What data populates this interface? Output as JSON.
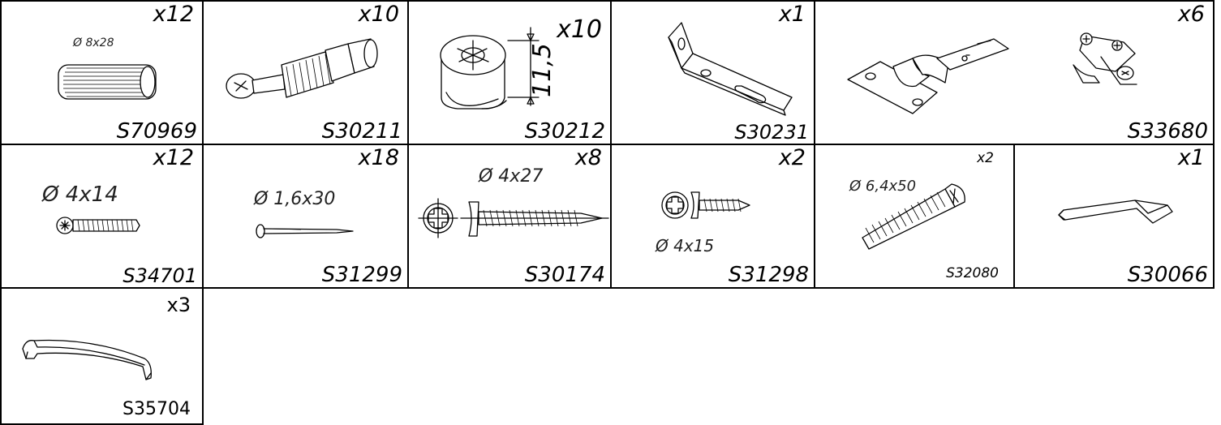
{
  "parts": [
    {
      "qty": "x12",
      "code": "S70969",
      "dim": "Ø 8x28",
      "icon": "wooden-dowel-icon"
    },
    {
      "qty": "x10",
      "code": "S30211",
      "dim": "",
      "icon": "cam-bolt-icon"
    },
    {
      "qty": "x10",
      "code": "S30212",
      "dim": "11,5",
      "icon": "cam-lock-icon"
    },
    {
      "qty": "x1",
      "code": "S30231",
      "dim": "",
      "icon": "angle-bracket-icon"
    },
    {
      "qty": "x6",
      "code": "S33680",
      "dim": "",
      "icon": "hinge-icon"
    },
    {
      "qty": "x12",
      "code": "S34701",
      "dim": "Ø 4x14",
      "icon": "screw-icon"
    },
    {
      "qty": "x18",
      "code": "S31299",
      "dim": "Ø 1,6x30",
      "icon": "nail-icon"
    },
    {
      "qty": "x8",
      "code": "S30174",
      "dim": "Ø 4x27",
      "icon": "washer-screw-icon"
    },
    {
      "qty": "x2",
      "code": "S31298",
      "dim": "Ø 4x15",
      "icon": "washer-screw-small-icon"
    },
    {
      "qty": "x2",
      "code": "S32080",
      "dim": "Ø 6,4x50",
      "icon": "confirmat-screw-icon"
    },
    {
      "qty": "x1",
      "code": "S30066",
      "dim": "",
      "icon": "hex-key-icon"
    },
    {
      "qty": "x3",
      "code": "S35704",
      "dim": "",
      "icon": "handle-icon"
    }
  ]
}
